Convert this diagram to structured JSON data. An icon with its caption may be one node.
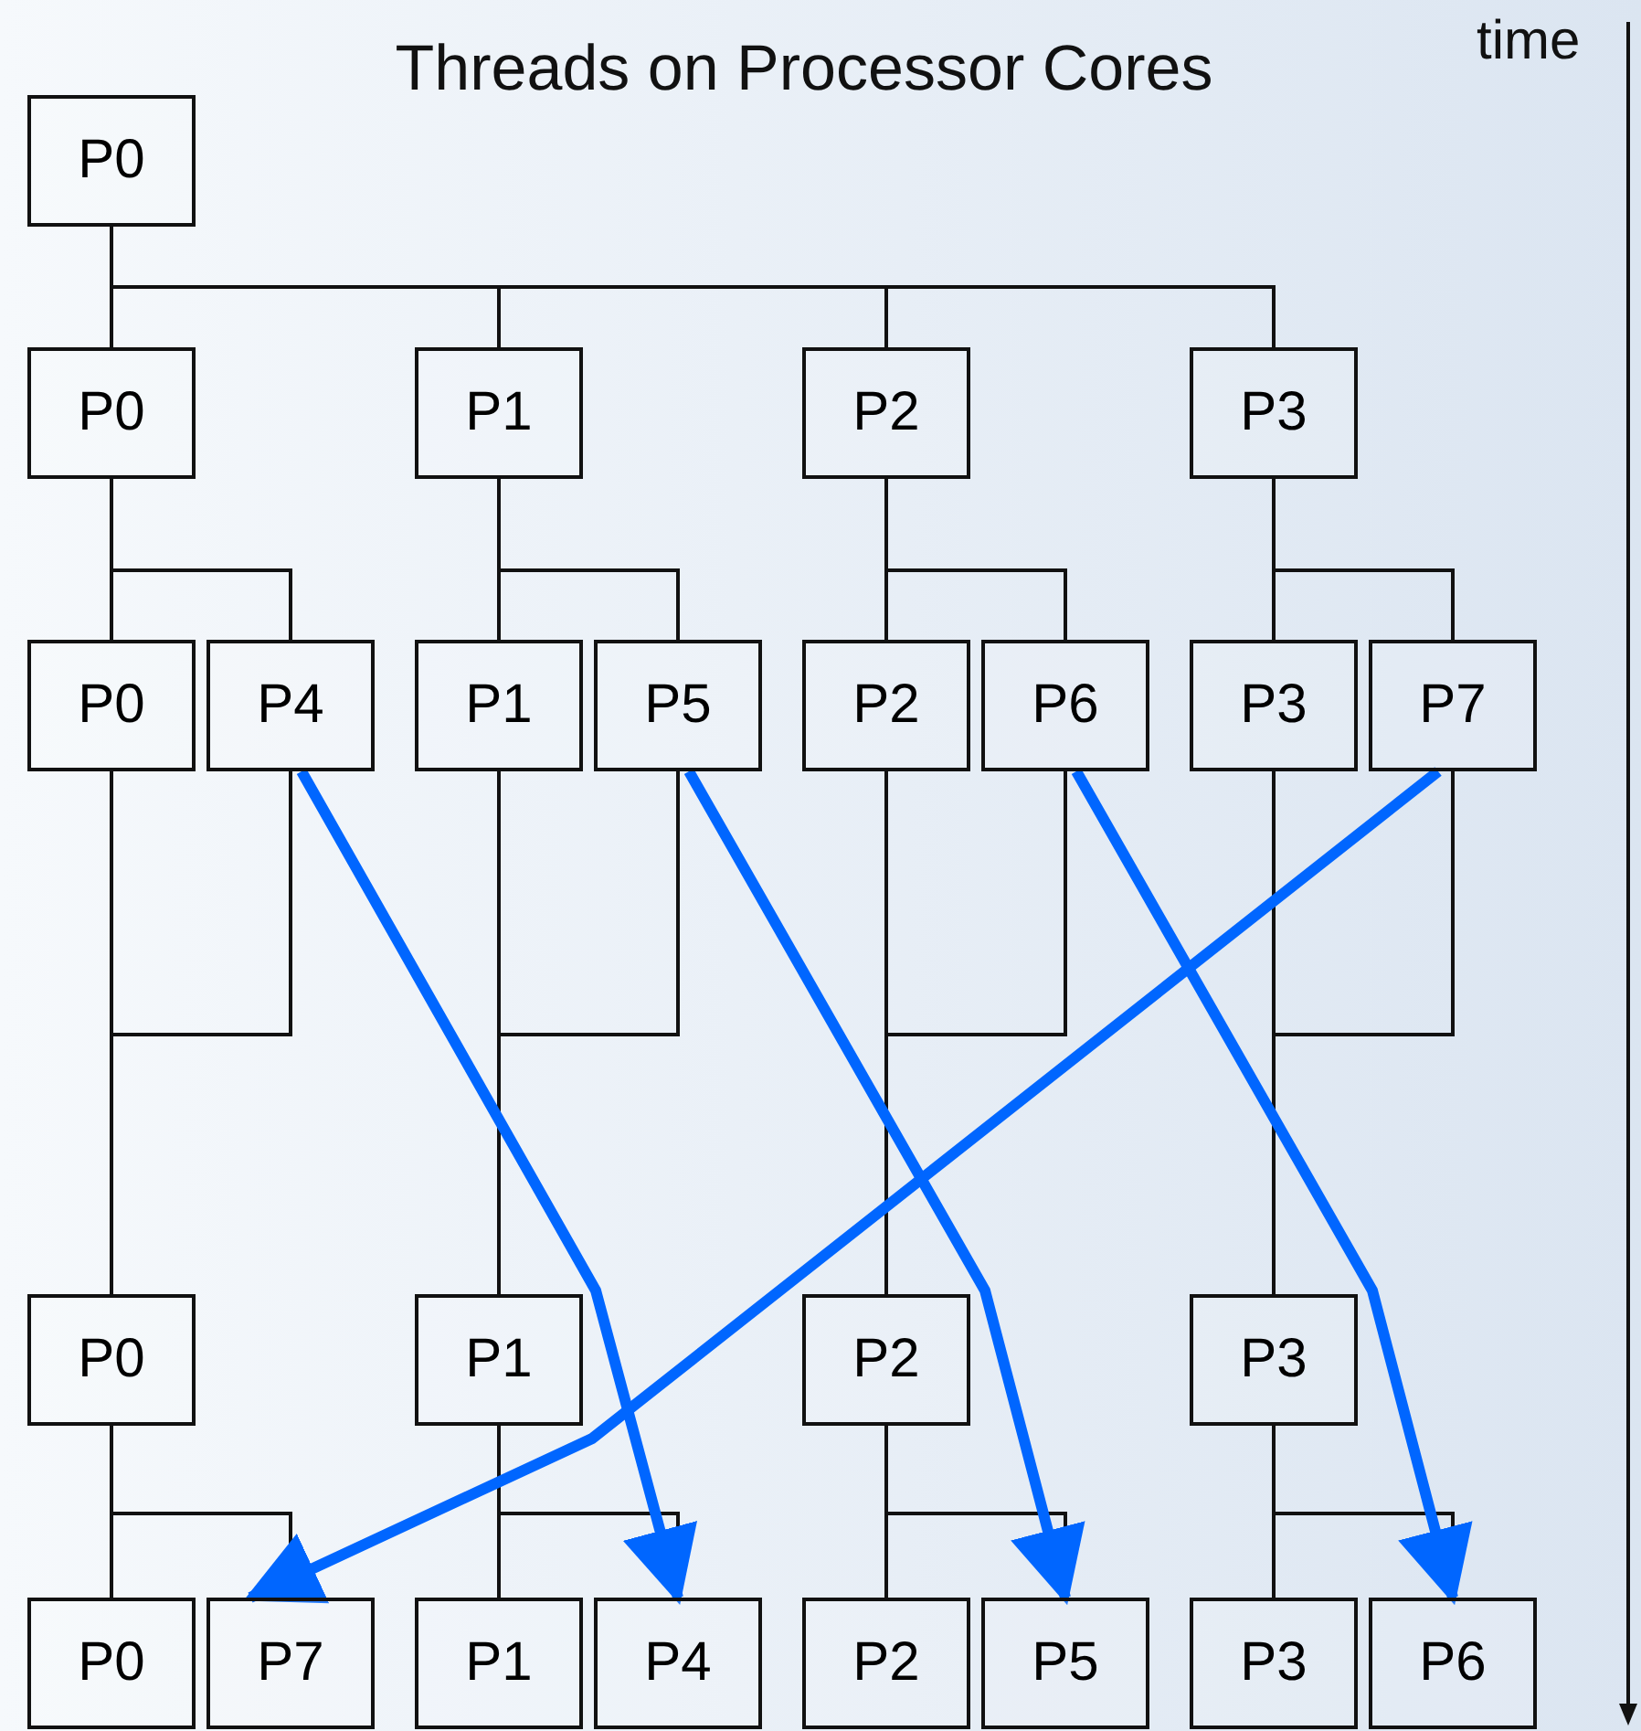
{
  "diagram": {
    "title": "Threads on Processor Cores",
    "nodes": [
      {
        "text": [
          "P0"
        ]
      },
      {
        "text": [
          "P0"
        ]
      },
      {
        "text": [
          "P1"
        ]
      },
      {
        "text": [
          "P2"
        ]
      },
      {
        "text": [
          "P3"
        ]
      },
      {
        "text": [
          "P0"
        ]
      },
      {
        "text": [
          "P4"
        ]
      },
      {
        "text": [
          "P1"
        ]
      },
      {
        "text": [
          "P5"
        ]
      },
      {
        "text": [
          "P2"
        ]
      },
      {
        "text": [
          "P6"
        ]
      },
      {
        "text": [
          "P3"
        ]
      },
      {
        "text": [
          "P7"
        ]
      },
      {
        "text": [
          "P0"
        ]
      },
      {
        "text": [
          "P1"
        ]
      },
      {
        "text": [
          "P2"
        ]
      },
      {
        "text": [
          "P3"
        ]
      },
      {
        "text": [
          "P0"
        ]
      },
      {
        "text": [
          "P7"
        ]
      },
      {
        "text": [
          "P1"
        ]
      },
      {
        "text": [
          "P4"
        ]
      },
      {
        "text": [
          "P2"
        ]
      },
      {
        "text": [
          "P5"
        ]
      },
      {
        "text": [
          "P3"
        ]
      },
      {
        "text": [
          "P6"
        ]
      }
    ],
    "edges": [
      {
        "from": 0,
        "to": 1,
        "arrow": "none"
      },
      {
        "from": 0,
        "to": 2,
        "arrow": "none"
      },
      {
        "from": 0,
        "to": 3,
        "arrow": "none"
      },
      {
        "from": 0,
        "to": 4,
        "arrow": "none"
      },
      {
        "from": 1,
        "to": 5,
        "arrow": "none"
      },
      {
        "from": 1,
        "to": 6,
        "arrow": "none"
      },
      {
        "from": 2,
        "to": 7,
        "arrow": "none"
      },
      {
        "from": 2,
        "to": 8,
        "arrow": "none"
      },
      {
        "from": 3,
        "to": 9,
        "arrow": "none"
      },
      {
        "from": 3,
        "to": 10,
        "arrow": "none"
      },
      {
        "from": 4,
        "to": 11,
        "arrow": "none"
      },
      {
        "from": 4,
        "to": 12,
        "arrow": "none"
      },
      {
        "from": 5,
        "to": 13,
        "arrow": "none"
      },
      {
        "from": 6,
        "to": 13,
        "arrow": "none"
      },
      {
        "from": 7,
        "to": 14,
        "arrow": "none"
      },
      {
        "from": 8,
        "to": 14,
        "arrow": "none"
      },
      {
        "from": 9,
        "to": 15,
        "arrow": "none"
      },
      {
        "from": 10,
        "to": 15,
        "arrow": "none"
      },
      {
        "from": 11,
        "to": 16,
        "arrow": "none"
      },
      {
        "from": 12,
        "to": 16,
        "arrow": "none"
      },
      {
        "from": 13,
        "to": 17,
        "arrow": "none"
      },
      {
        "from": 13,
        "to": 18,
        "arrow": "none"
      },
      {
        "from": 14,
        "to": 19,
        "arrow": "none"
      },
      {
        "from": 14,
        "to": 20,
        "arrow": "none"
      },
      {
        "from": 15,
        "to": 21,
        "arrow": "none"
      },
      {
        "from": 15,
        "to": 22,
        "arrow": "none"
      },
      {
        "from": 16,
        "to": 23,
        "arrow": "none"
      },
      {
        "from": 16,
        "to": 24,
        "arrow": "none"
      },
      {
        "from": 6,
        "to": 20,
        "arrow": "to",
        "style": "thick",
        "color": "#0066ff"
      },
      {
        "from": 8,
        "to": 22,
        "arrow": "to",
        "style": "thick",
        "color": "#0066ff"
      },
      {
        "from": 10,
        "to": 24,
        "arrow": "to",
        "style": "thick",
        "color": "#0066ff"
      },
      {
        "from": 12,
        "to": 18,
        "arrow": "to",
        "style": "thick",
        "color": "#0066ff"
      }
    ],
    "labels": [
      "time"
    ]
  }
}
